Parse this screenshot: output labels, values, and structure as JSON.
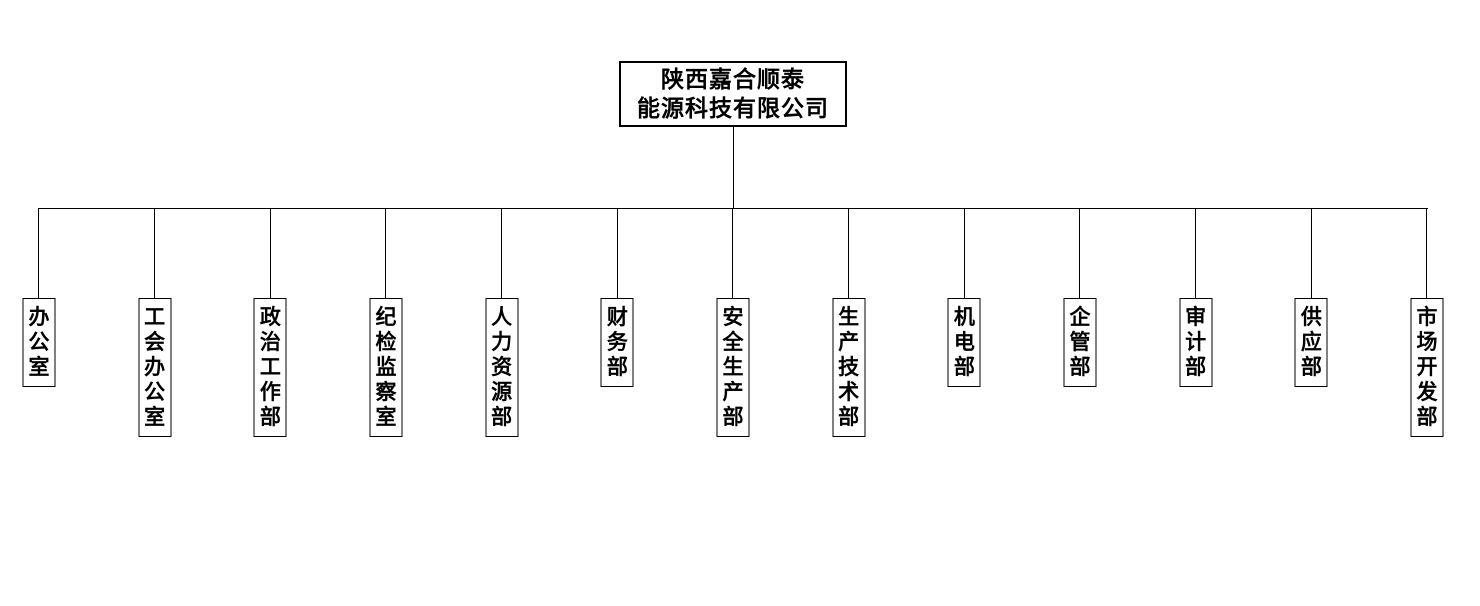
{
  "root": {
    "line1": "陕西嘉合顺泰",
    "line2": "能源科技有限公司"
  },
  "departments": [
    {
      "name": "办公室"
    },
    {
      "name": "工会办公室"
    },
    {
      "name": "政治工作部"
    },
    {
      "name": "纪检监察室"
    },
    {
      "name": "人力资源部"
    },
    {
      "name": "财务部"
    },
    {
      "name": "安全生产部"
    },
    {
      "name": "生产技术部"
    },
    {
      "name": "机电部"
    },
    {
      "name": "企管部"
    },
    {
      "name": "审计部"
    },
    {
      "name": "供应部"
    },
    {
      "name": "市场开发部"
    }
  ],
  "colors": {
    "line": "#000000",
    "text": "#000000",
    "background": "#ffffff"
  }
}
